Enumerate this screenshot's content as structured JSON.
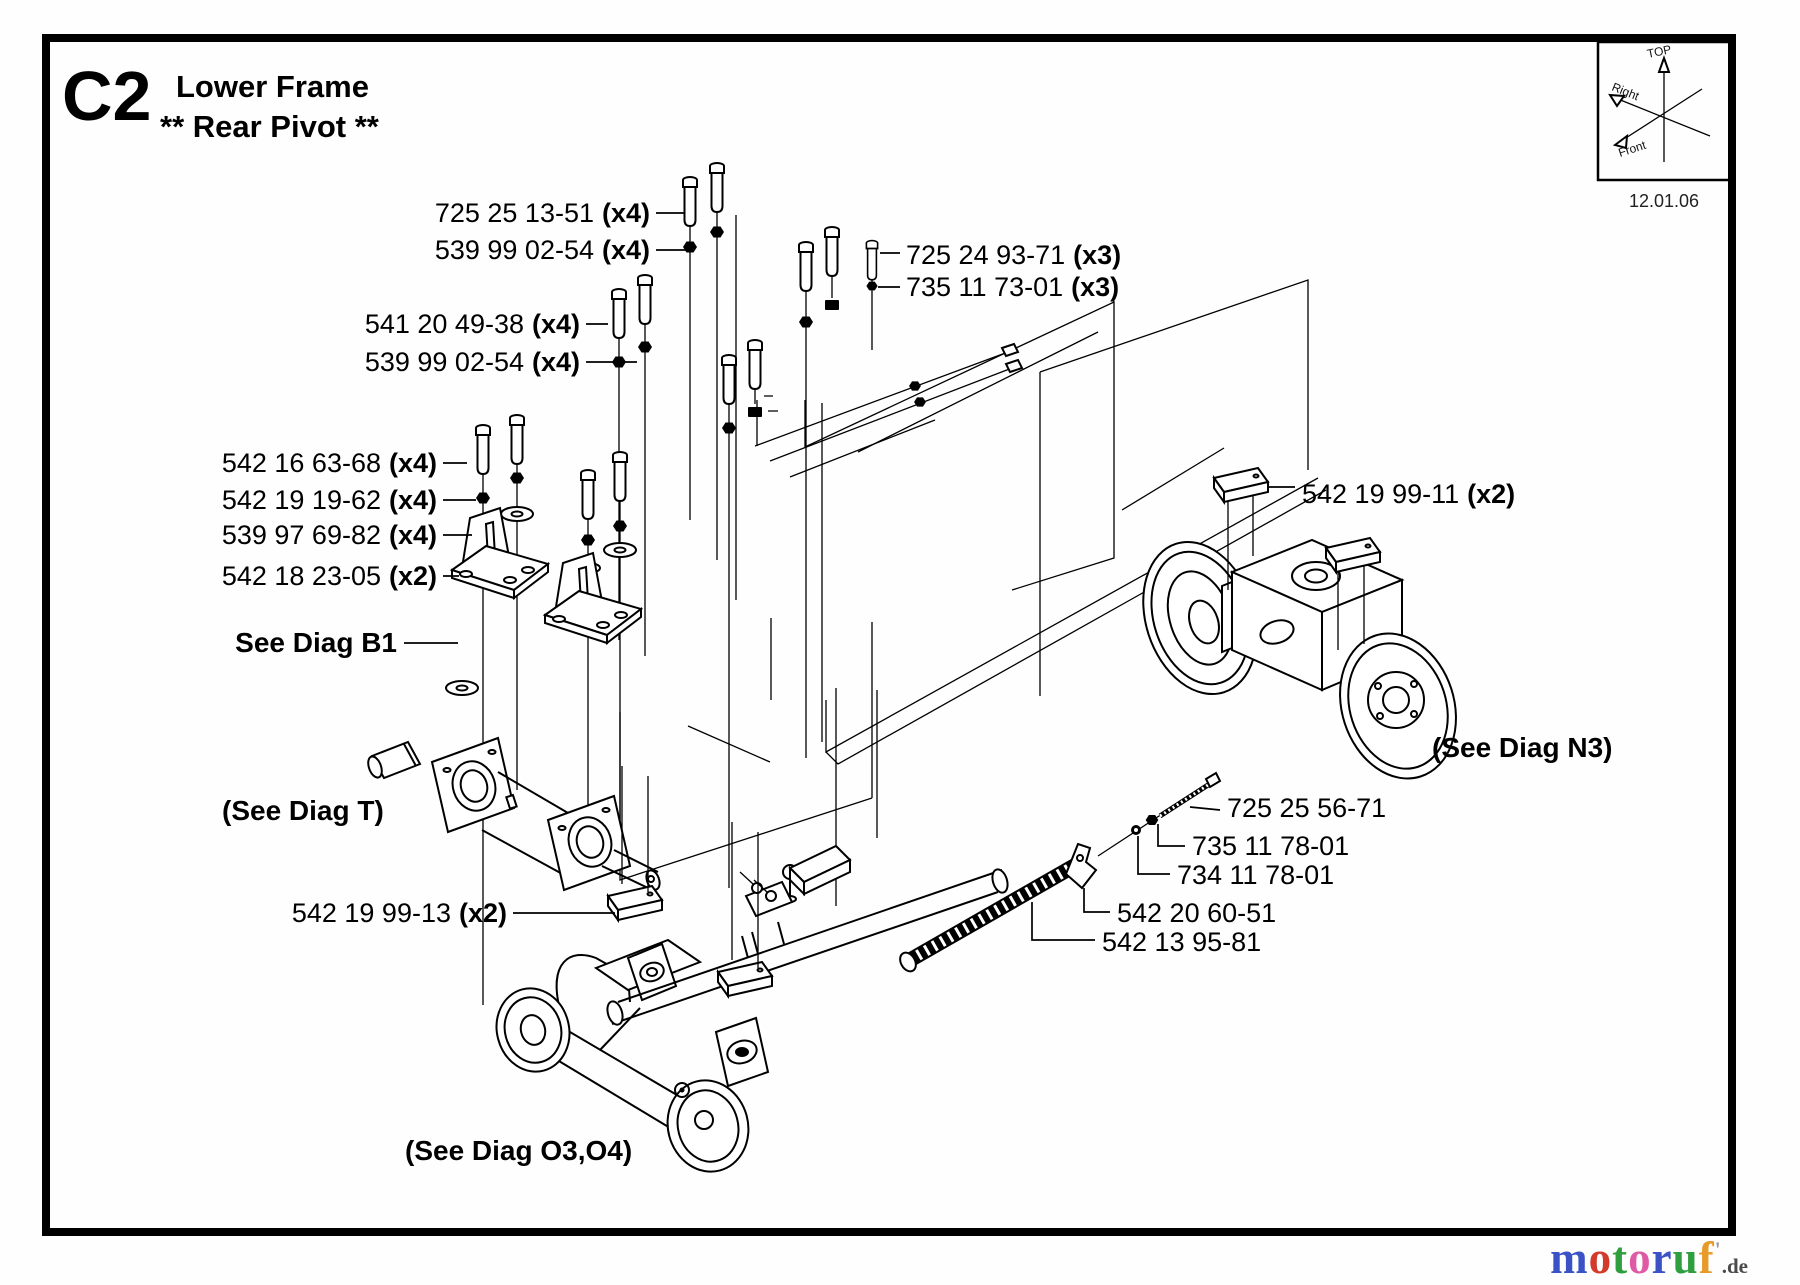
{
  "page": {
    "code": "C2",
    "title": "Lower Frame",
    "subtitle": "** Rear Pivot **",
    "date": "12.01.06"
  },
  "compass": {
    "top": "TOP",
    "right": "Right",
    "front": "Front"
  },
  "parts": [
    {
      "num": "725 25 13-51",
      "qty": "(x4)"
    },
    {
      "num": "539 99 02-54",
      "qty": "(x4)"
    },
    {
      "num": "541 20 49-38",
      "qty": "(x4)"
    },
    {
      "num": "539 99 02-54",
      "qty": "(x4)"
    },
    {
      "num": "725 24 93-71",
      "qty": "(x3)"
    },
    {
      "num": "735 11 73-01",
      "qty": "(x3)"
    },
    {
      "num": "542 16 63-68",
      "qty": "(x4)"
    },
    {
      "num": "542 19 19-62",
      "qty": "(x4)"
    },
    {
      "num": "539 97 69-82",
      "qty": "(x4)"
    },
    {
      "num": "542 18 23-05",
      "qty": "(x2)"
    },
    {
      "num": "542 19 99-11",
      "qty": "(x2)"
    },
    {
      "num": "542 19 99-13",
      "qty": "(x2)"
    },
    {
      "num": "725 25 56-71",
      "qty": ""
    },
    {
      "num": "735 11 78-01",
      "qty": ""
    },
    {
      "num": "734 11 78-01",
      "qty": ""
    },
    {
      "num": "542 20 60-51",
      "qty": ""
    },
    {
      "num": "542 13 95-81",
      "qty": ""
    }
  ],
  "refs": {
    "b1": "See Diag B1",
    "t": "(See Diag T)",
    "n3": "(See Diag N3)",
    "o3o4": "(See Diag O3,O4)"
  },
  "logo": {
    "letters": [
      {
        "ch": "m",
        "style": "color:#3b52c6"
      },
      {
        "ch": "o",
        "style": "color:#d43a2b"
      },
      {
        "ch": "t",
        "style": "color:#2f9e3e"
      },
      {
        "ch": "o",
        "style": "color:#df5aa4"
      },
      {
        "ch": "r",
        "style": "color:#3b52c6"
      },
      {
        "ch": "u",
        "style": "color:#2f9e3e"
      },
      {
        "ch": "f",
        "style": "color:#e89a28"
      },
      {
        "ch": "'",
        "style": "color:#9a9a9a;font-size:22px;vertical-align:16px"
      }
    ],
    "suffix": ".de",
    "accent_colors": [
      "#3b52c6",
      "#d43a2b",
      "#2f9e3e",
      "#df5aa4",
      "#e89a28"
    ]
  }
}
